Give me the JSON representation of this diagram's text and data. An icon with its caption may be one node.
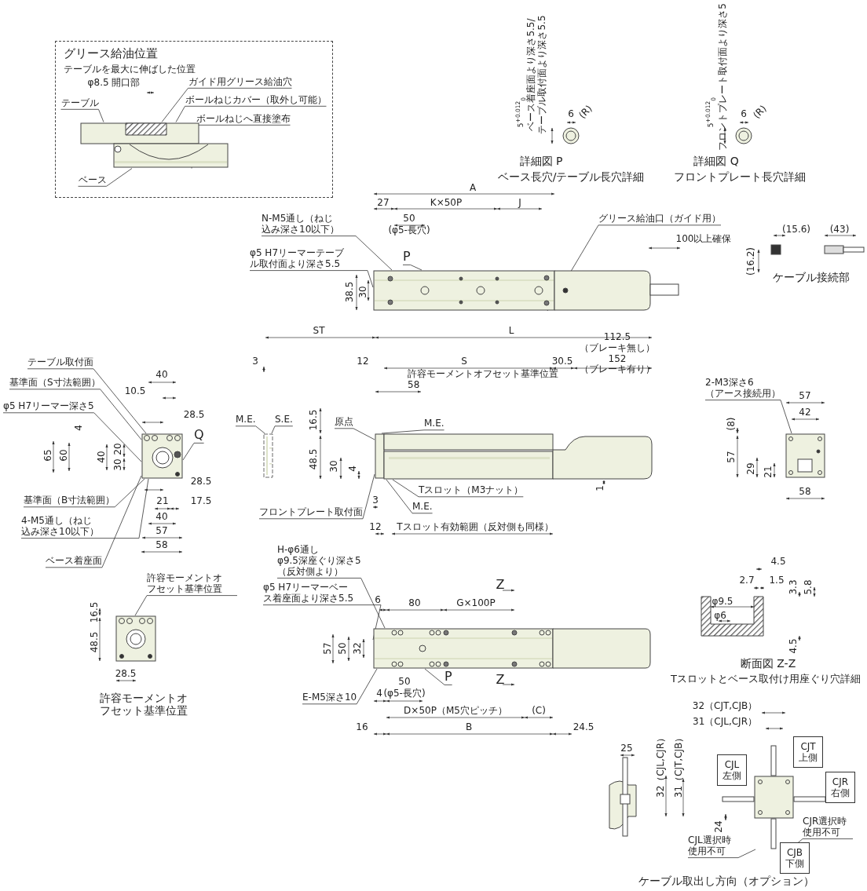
{
  "diagram": {
    "nodes": [
      {
        "text": [
          "グリース給油位置",
          "テーブルを最大に伸ばした位置"
        ]
      },
      {
        "text": [
          "テーブル"
        ],
        "in": 0
      },
      {
        "text": [
          "ガイド用グリース給油穴"
        ],
        "in": 0
      },
      {
        "text": [
          "ボールねじカバー（取外し可能）"
        ],
        "in": 0
      },
      {
        "text": [
          "ボールねじへ直接塗布"
        ],
        "in": 0
      },
      {
        "text": [
          "ベース"
        ],
        "in": 0
      },
      {
        "text": [
          "N-M5通し（ねじ込み深さ10以下）"
        ]
      },
      {
        "text": [
          "φ5 H7リーマーテーブル取付面より深さ5.5"
        ]
      },
      {
        "text": [
          "P"
        ]
      },
      {
        "text": [
          "グリース給油口（ガイド用）"
        ]
      },
      {
        "text": [
          "テーブル取付面"
        ]
      },
      {
        "text": [
          "基準面（S寸法範囲）"
        ]
      },
      {
        "text": [
          "φ5 H7リーマー深さ5"
        ]
      },
      {
        "text": [
          "Q"
        ]
      },
      {
        "text": [
          "基準面（B寸法範囲）"
        ]
      },
      {
        "text": [
          "4-M5通し（ねじ込み深さ10以下）"
        ]
      },
      {
        "text": [
          "ベース着座面"
        ]
      },
      {
        "text": [
          "許容モーメントオフセット基準位置"
        ]
      },
      {
        "text": [
          "M.E."
        ]
      },
      {
        "text": [
          "S.E."
        ]
      },
      {
        "text": [
          "原点"
        ]
      },
      {
        "text": [
          "M.E."
        ]
      },
      {
        "text": [
          "フロントプレート取付面"
        ]
      },
      {
        "text": [
          "Tスロット（M3ナット）"
        ]
      },
      {
        "text": [
          "M.E."
        ]
      },
      {
        "text": [
          "H-φ6通し φ9.5深座ぐり深さ5 （反対側より）"
        ]
      },
      {
        "text": [
          "φ5 H7リーマーベース着座面より深さ5.5"
        ]
      },
      {
        "text": [
          "E-M5深さ10"
        ]
      },
      {
        "text": [
          "P"
        ]
      },
      {
        "text": [
          "2-M3深さ6 （アース接続用）"
        ]
      },
      {
        "text": [
          "CJT 上側"
        ]
      },
      {
        "text": [
          "CJL 左側"
        ]
      },
      {
        "text": [
          "CJR 右側"
        ]
      },
      {
        "text": [
          "CJB 下側"
        ]
      },
      {
        "text": [
          "CJR選択時使用不可"
        ]
      },
      {
        "text": [
          "CJL選択時使用不可"
        ]
      },
      {
        "text": [],
        "shape": "picture",
        "in": 0
      },
      {
        "text": [],
        "shape": "picture"
      },
      {
        "text": [],
        "shape": "picture"
      },
      {
        "text": [],
        "shape": "picture"
      },
      {
        "text": [],
        "shape": "picture"
      },
      {
        "text": [],
        "shape": "picture"
      },
      {
        "text": [],
        "shape": "picture"
      },
      {
        "text": [],
        "shape": "picture"
      },
      {
        "text": [],
        "shape": "picture"
      }
    ],
    "edges": [
      {
        "from": 1,
        "to": 36,
        "arrow": "none"
      },
      {
        "from": 2,
        "to": 36,
        "arrow": "none"
      },
      {
        "from": 3,
        "to": 36,
        "arrow": "none"
      },
      {
        "from": 4,
        "to": 36,
        "arrow": "none"
      },
      {
        "from": 5,
        "to": 36,
        "arrow": "none"
      },
      {
        "from": 6,
        "to": 37,
        "arrow": "none"
      },
      {
        "from": 7,
        "to": 37,
        "arrow": "none"
      },
      {
        "from": 8,
        "to": 37,
        "arrow": "none"
      },
      {
        "from": 9,
        "to": 37,
        "arrow": "none"
      },
      {
        "from": 10,
        "to": 38,
        "arrow": "none"
      },
      {
        "from": 11,
        "to": 38,
        "arrow": "none"
      },
      {
        "from": 12,
        "to": 38,
        "arrow": "none"
      },
      {
        "from": 13,
        "to": 38,
        "arrow": "none"
      },
      {
        "from": 14,
        "to": 38,
        "arrow": "none"
      },
      {
        "from": 15,
        "to": 38,
        "arrow": "none"
      },
      {
        "from": 16,
        "to": 38,
        "arrow": "none"
      },
      {
        "from": 17,
        "to": 39,
        "arrow": "none"
      },
      {
        "from": 18,
        "to": 40,
        "arrow": "none"
      },
      {
        "from": 19,
        "to": 40,
        "arrow": "none"
      },
      {
        "from": 20,
        "to": 41,
        "arrow": "none"
      },
      {
        "from": 21,
        "to": 41,
        "arrow": "none"
      },
      {
        "from": 22,
        "to": 41,
        "arrow": "none"
      },
      {
        "from": 23,
        "to": 41,
        "arrow": "none"
      },
      {
        "from": 24,
        "to": 41,
        "arrow": "none"
      },
      {
        "from": 25,
        "to": 42,
        "arrow": "none"
      },
      {
        "from": 26,
        "to": 42,
        "arrow": "none"
      },
      {
        "from": 27,
        "to": 42,
        "arrow": "none"
      },
      {
        "from": 28,
        "to": 42,
        "arrow": "none"
      },
      {
        "from": 29,
        "to": 43,
        "arrow": "none"
      },
      {
        "from": 34,
        "to": 44,
        "arrow": "none"
      },
      {
        "from": 35,
        "to": 44,
        "arrow": "none"
      }
    ],
    "labels": [
      "φ8.5 開口部",
      "5$^{+0.012}$$_{0}$",
      "ベース着座面より深さ5.5/テーブル取付面より深さ5.5",
      "6",
      "(R)",
      "詳細図 P",
      "ベース長穴/テーブル長穴詳細",
      "5$^{+0.012}$$_{0}$",
      "フロントプレート取付面より深さ5",
      "6",
      "(R)",
      "詳細図 Q",
      "フロントプレート長穴詳細",
      "A",
      "27",
      "K×50P",
      "J",
      "50",
      "(φ5-長穴)",
      "100以上確保",
      "38.5",
      "30",
      "(15.6)",
      "(43)",
      "(16.2)",
      "ケーブル接続部",
      "40",
      "10.5",
      "28.5",
      "4",
      "65",
      "60",
      "40",
      "20",
      "30",
      "28.5",
      "21",
      "17.5",
      "40",
      "57",
      "58",
      "16.5",
      "48.5",
      "28.5",
      "許容モーメントオフセット基準位置",
      "ST",
      "L",
      "3",
      "12",
      "S",
      "30.5",
      "112.5（ブレーキ無し） 152（ブレーキ有り）",
      "許容モーメントオフセット基準位置 58",
      "16.5",
      "48.5",
      "30",
      "4",
      "3",
      "12",
      "Tスロット有効範囲（反対側も同様）",
      "1",
      "Z",
      "6",
      "80",
      "G×100P",
      "57",
      "50",
      "32",
      "Z",
      "4",
      "50",
      "(φ5-長穴)",
      "D×50P（M5穴ピッチ）",
      "(C)",
      "16",
      "B",
      "24.5",
      "57",
      "42",
      "(8)",
      "57",
      "29",
      "21",
      "58",
      "4.5",
      "2.7",
      "1.5",
      "3.3",
      "5.8",
      "φ9.5",
      "φ6",
      "4.5",
      "断面図 Z-Z",
      "Tスロットとベース取付け用座ぐり穴詳細",
      "32（CJT,CJB）",
      "31（CJL,CJR）",
      "25",
      "32（CJL,CJR）",
      "31（CJT,CJB）",
      "24",
      "ケーブル取出し方向（オプション）"
    ]
  }
}
